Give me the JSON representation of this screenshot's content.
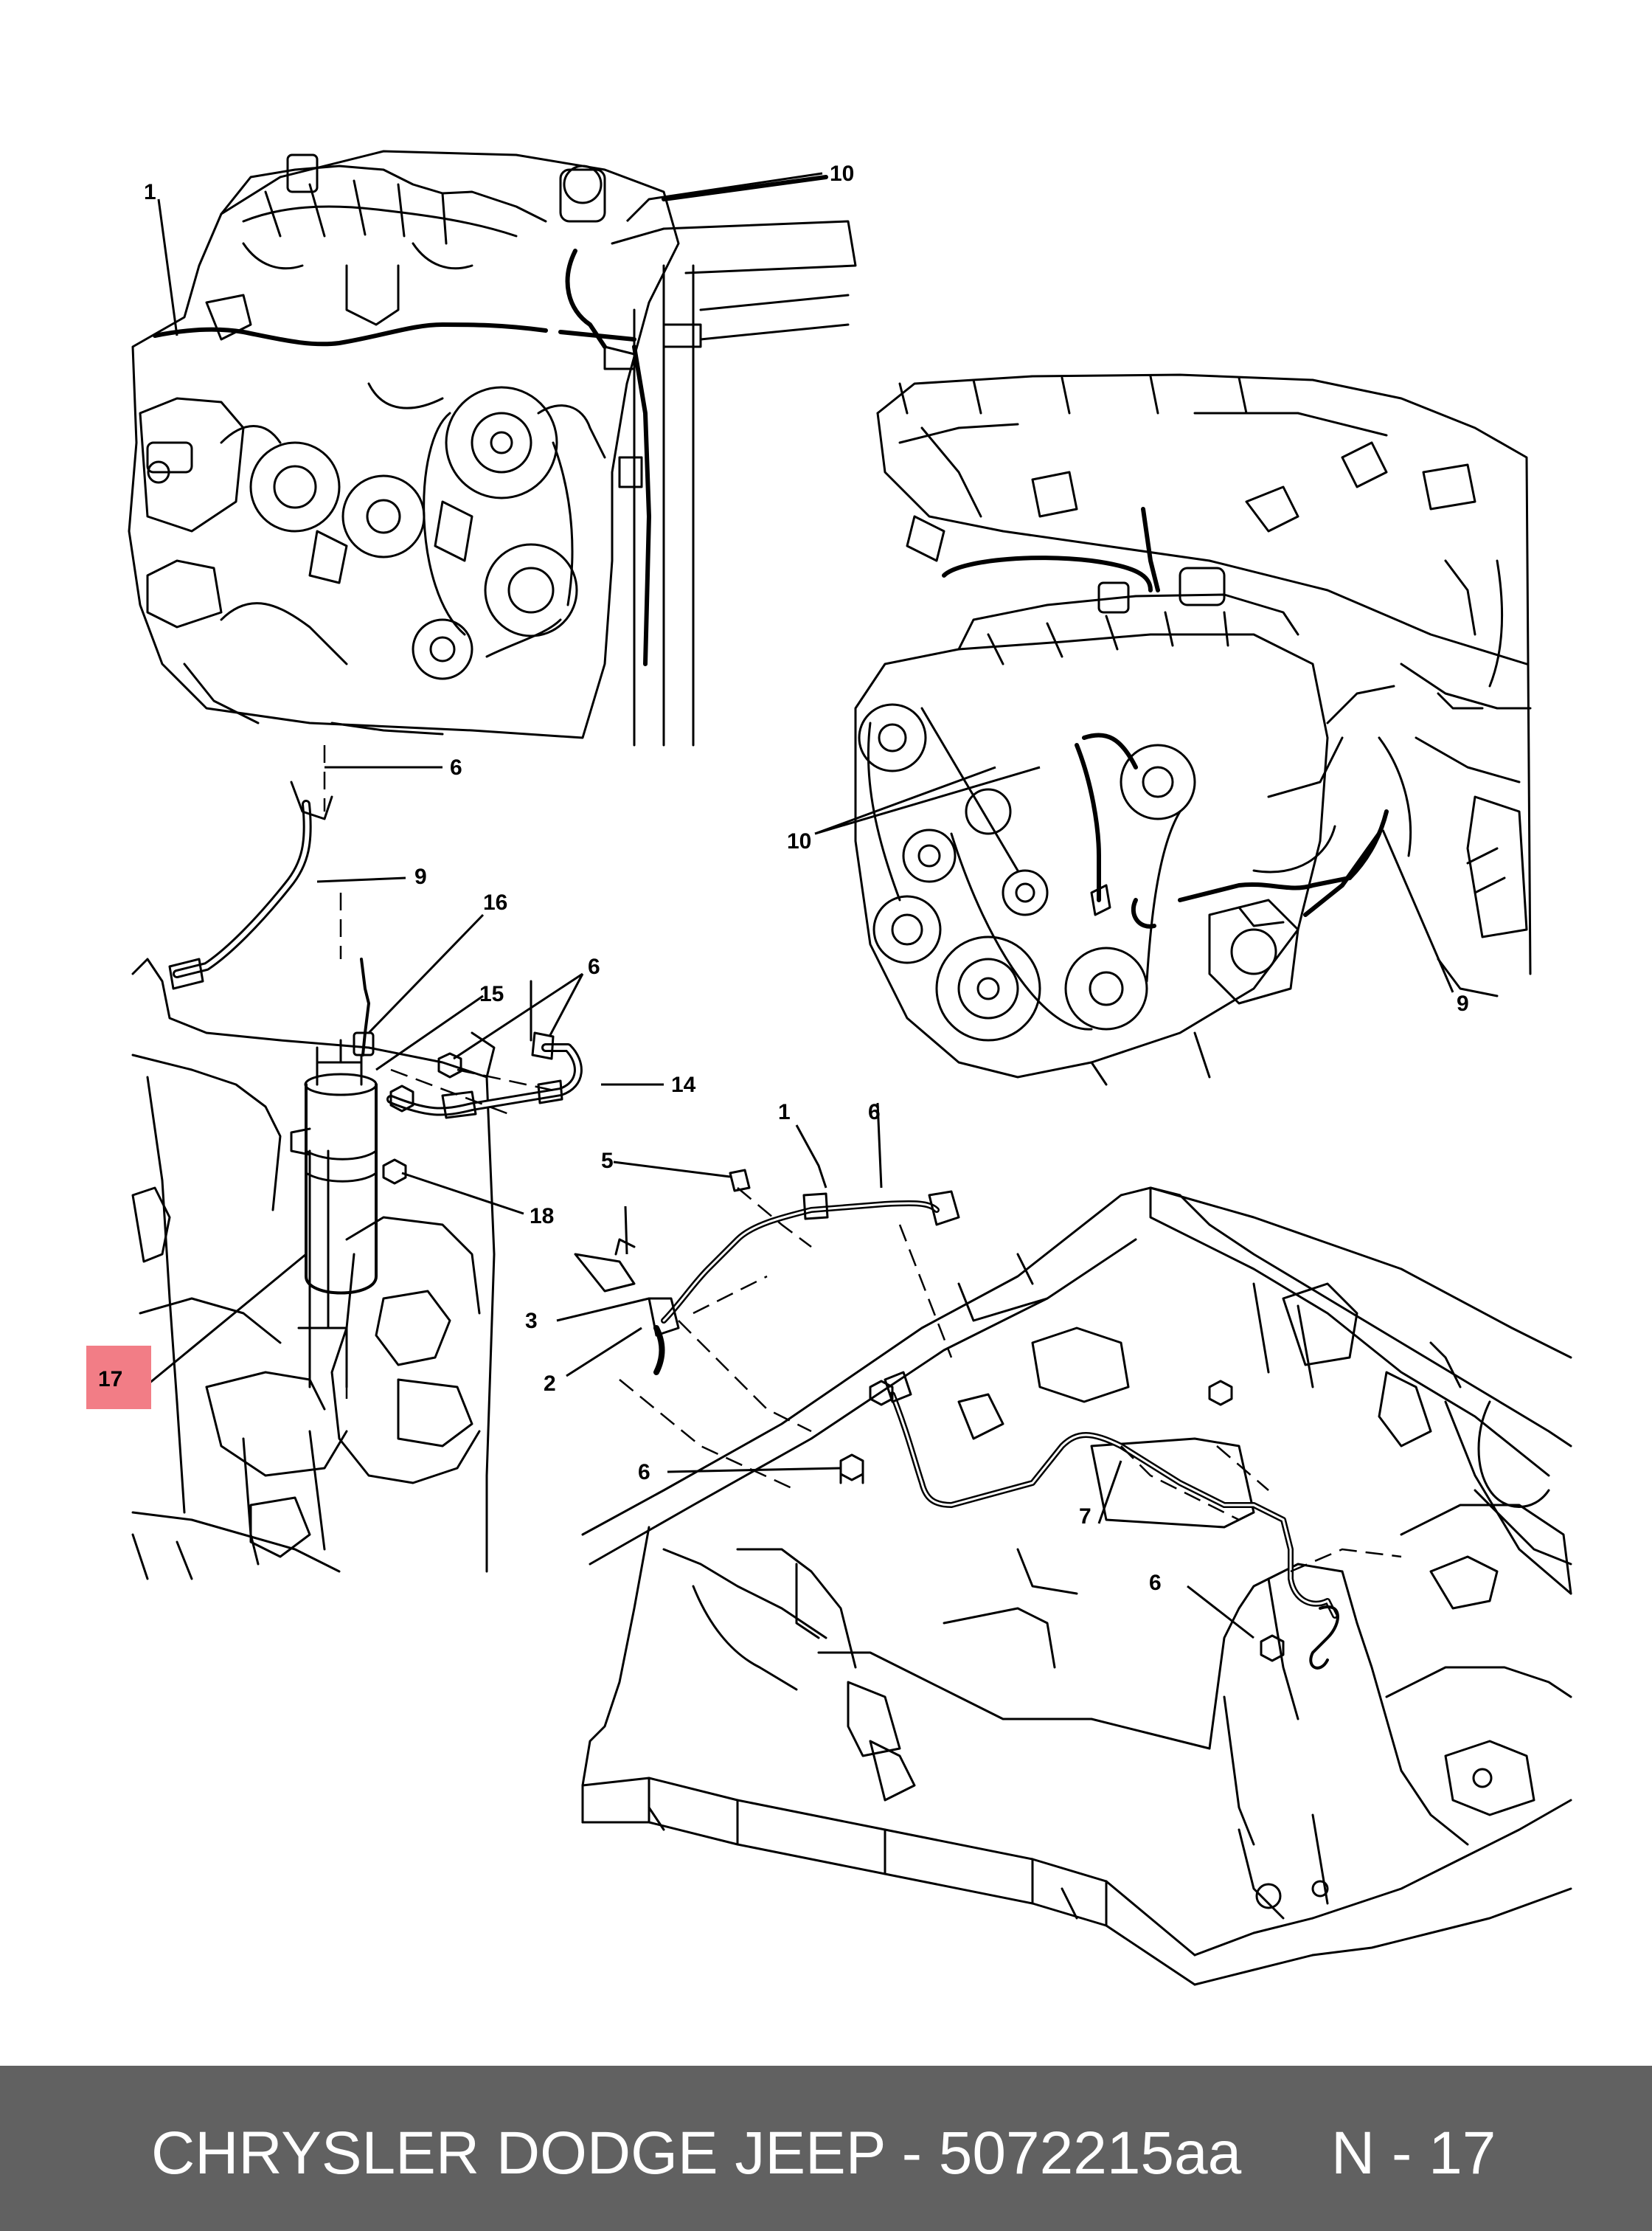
{
  "colors": {
    "background": "#ffffff",
    "line_art": "#000000",
    "highlight": "#f27d86",
    "footer_background": "#616161",
    "footer_text": "#ffffff"
  },
  "callouts": {
    "c1_top": "1",
    "c10_top": "10",
    "c6_upper": "6",
    "c9_left": "9",
    "c16": "16",
    "c15": "15",
    "c6_pair": "6",
    "c14": "14",
    "c10_right": "10",
    "c9_right": "9",
    "c1_mid": "1",
    "c6_mid": "6",
    "c5": "5",
    "c18": "18",
    "c3": "3",
    "c2": "2",
    "c17": "17",
    "c6_lower": "6",
    "c7": "7",
    "c6_bottom": "6"
  },
  "highlighted_callout": "17",
  "footer": {
    "title": "CHRYSLER DODGE JEEP - 5072215aa",
    "page": "N - 17"
  }
}
